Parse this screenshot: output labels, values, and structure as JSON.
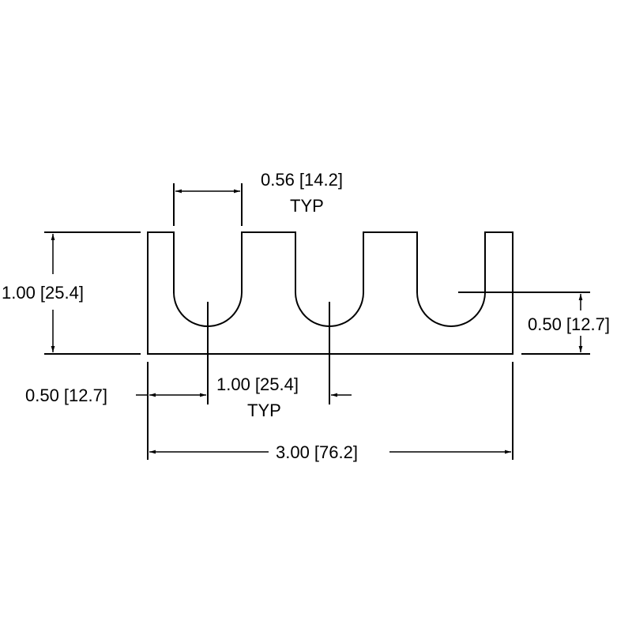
{
  "drawing": {
    "line_color": "#000000",
    "background": "#ffffff",
    "dimensions": {
      "slot_width": "0.56 [14.2]",
      "slot_width_note": "TYP",
      "overall_height": "1.00 [25.4]",
      "base_thickness": "0.50 [12.7]",
      "first_slot_offset": "0.50 [12.7]",
      "slot_pitch": "1.00 [25.4]",
      "slot_pitch_note": "TYP",
      "overall_length": "3.00 [76.2]"
    }
  }
}
